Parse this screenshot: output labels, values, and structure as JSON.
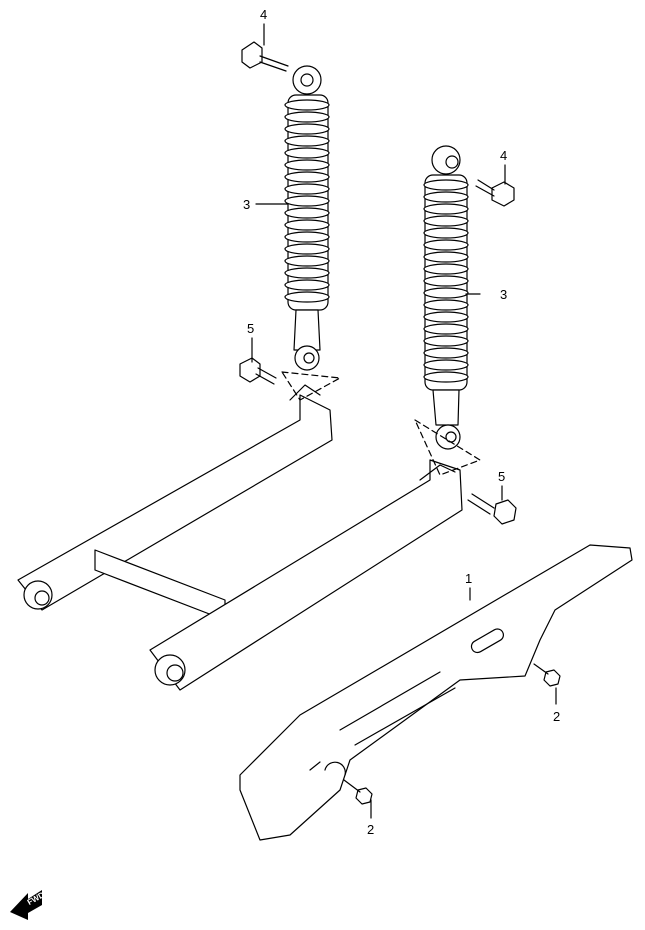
{
  "callouts": [
    {
      "id": "bolt-upper-left",
      "label": "4"
    },
    {
      "id": "shock-left",
      "label": "3"
    },
    {
      "id": "bolt-lower-left",
      "label": "5"
    },
    {
      "id": "bolt-upper-right",
      "label": "4"
    },
    {
      "id": "shock-right",
      "label": "3"
    },
    {
      "id": "bolt-lower-right",
      "label": "5"
    },
    {
      "id": "chain-case",
      "label": "1"
    },
    {
      "id": "screw-right",
      "label": "2"
    },
    {
      "id": "screw-left",
      "label": "2"
    }
  ],
  "fwd_badge": "FWD"
}
